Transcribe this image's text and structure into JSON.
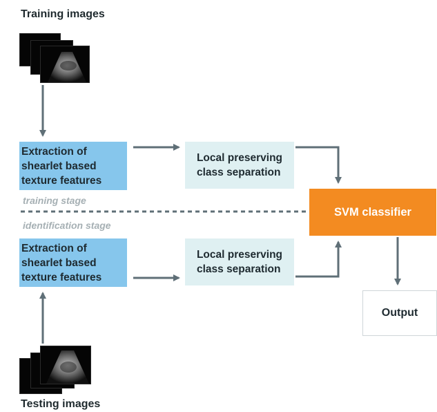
{
  "training_images_label": "Training images",
  "testing_images_label": "Testing images",
  "train_extraction_box": "Extraction of\nshearlet based\ntexture features",
  "train_lpcs_box": "Local preserving\nclass separation",
  "test_extraction_box": "Extraction of\nshearlet based\ntexture features",
  "test_lpcs_box": "Local preserving\nclass separation",
  "svm_box": "SVM classifier",
  "output_box": "Output",
  "training_stage_label": "training stage",
  "identification_stage_label": "identification stage",
  "colors": {
    "extraction_fill": "#86c6ec",
    "lpcs_fill": "#dff0f2",
    "svm_fill": "#f38b21",
    "arrow": "#5f6f77",
    "stage_text": "#a6b0b4"
  }
}
